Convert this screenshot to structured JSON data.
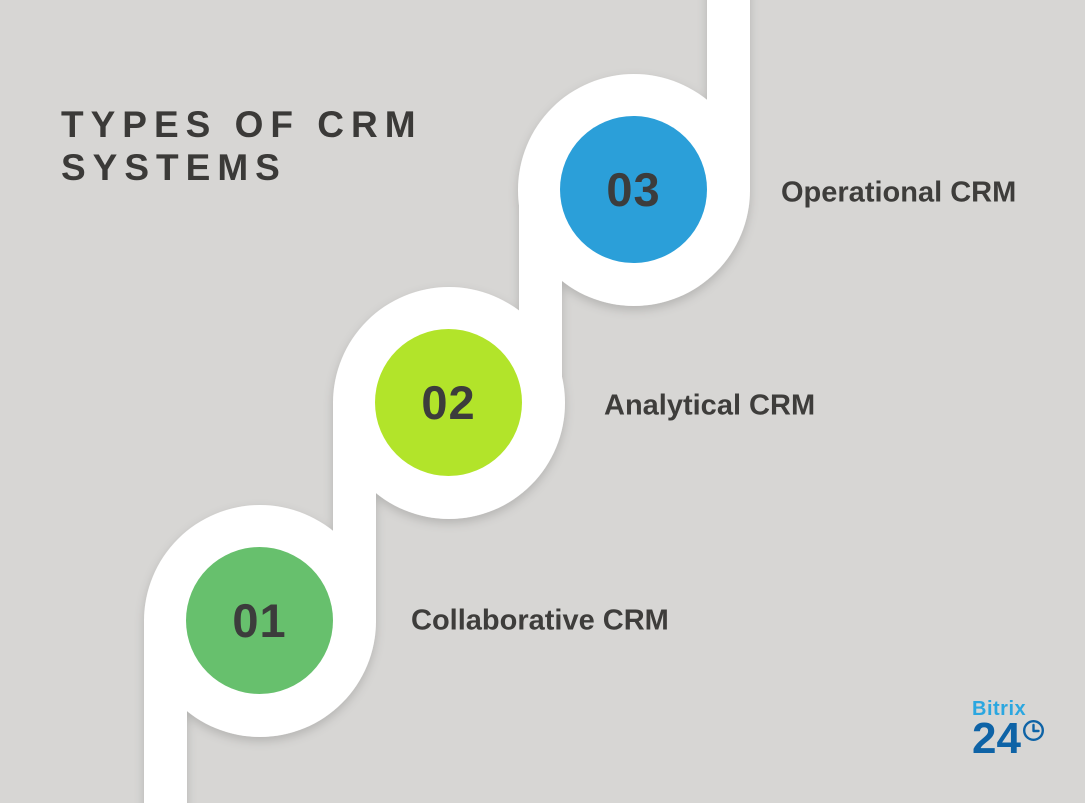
{
  "title": "TYPES OF CRM SYSTEMS",
  "steps": [
    {
      "number": "03",
      "label": "Operational CRM",
      "color": "#2b9fd9"
    },
    {
      "number": "02",
      "label": "Analytical CRM",
      "color": "#b2e42a"
    },
    {
      "number": "01",
      "label": "Collaborative CRM",
      "color": "#67c06d"
    }
  ],
  "logo": {
    "brand_top": "Bitrix",
    "brand_bottom": "24",
    "clock_icon": "clock-icon",
    "light_blue": "#2ba7e0",
    "dark_blue": "#0e63a6"
  },
  "colors": {
    "background": "#d7d6d4",
    "path": "#ffffff",
    "text_dark": "#3b3a38"
  }
}
